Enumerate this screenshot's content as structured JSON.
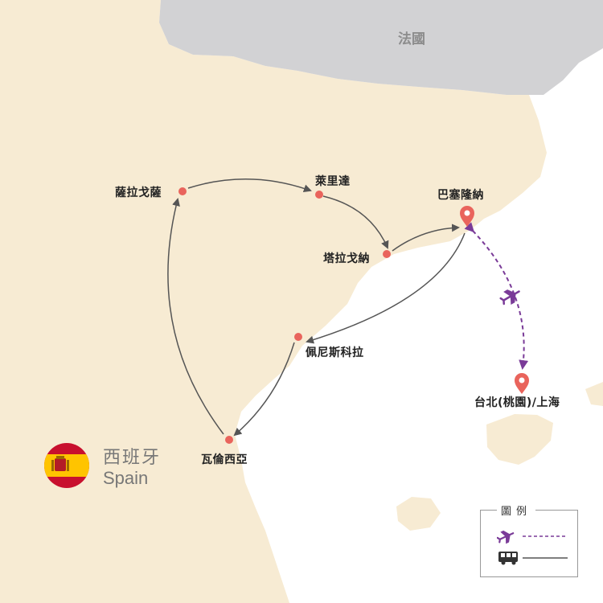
{
  "map": {
    "neighbor_country": "法國",
    "country_name_zh": "西班牙",
    "country_name_en": "Spain",
    "colors": {
      "land": "#f7ebd3",
      "neighbor": "#d2d2d4",
      "sea": "#ffffff",
      "dot": "#e9645c",
      "route": "#555555",
      "flight": "#7a3b98"
    }
  },
  "cities": [
    {
      "id": "zaragoza",
      "name": "薩拉戈薩"
    },
    {
      "id": "lleida",
      "name": "萊里達"
    },
    {
      "id": "barcelona",
      "name": "巴塞隆納"
    },
    {
      "id": "tarragona",
      "name": "塔拉戈納"
    },
    {
      "id": "peniscola",
      "name": "佩尼斯科拉"
    },
    {
      "id": "valencia",
      "name": "瓦倫西亞"
    },
    {
      "id": "taipei",
      "name": "台北(桃園)/上海"
    }
  ],
  "legend": {
    "title": "圖例",
    "items": [
      {
        "icon": "airplane-icon",
        "line": "dashed"
      },
      {
        "icon": "bus-icon",
        "line": "solid"
      }
    ]
  }
}
